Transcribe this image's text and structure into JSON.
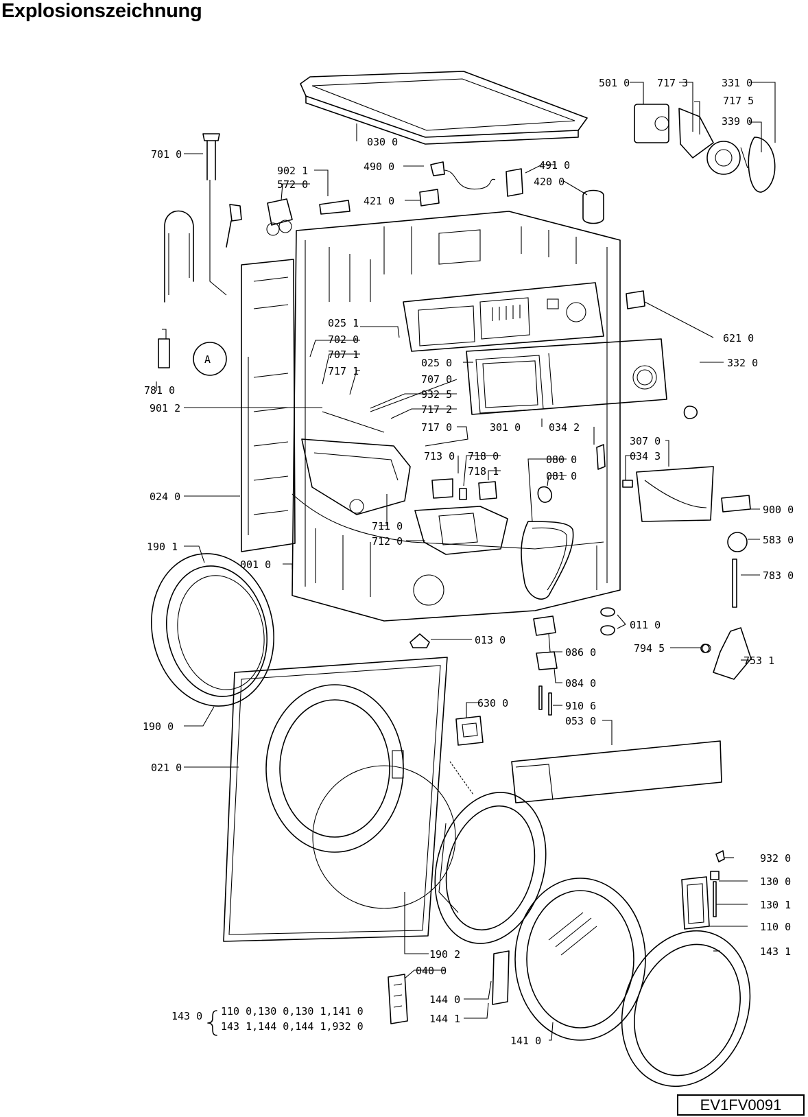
{
  "title": "Explosionszeichnung",
  "document_id": "EV1FV0091",
  "kit_note": {
    "code": "143 0",
    "line1": "110 0,130 0,130 1,141 0",
    "line2": "143 1,144 0,144 1,932 0"
  },
  "labels": [
    {
      "id": "0300",
      "text": "030 0"
    },
    {
      "id": "5010",
      "text": "501 0"
    },
    {
      "id": "7173",
      "text": "717 3"
    },
    {
      "id": "7175",
      "text": "717 5"
    },
    {
      "id": "3310",
      "text": "331 0"
    },
    {
      "id": "3390",
      "text": "339 0"
    },
    {
      "id": "7010",
      "text": "701 0"
    },
    {
      "id": "9021",
      "text": "902 1"
    },
    {
      "id": "5720",
      "text": "572 0"
    },
    {
      "id": "4900",
      "text": "490 0"
    },
    {
      "id": "4910",
      "text": "491 0"
    },
    {
      "id": "4200",
      "text": "420 0"
    },
    {
      "id": "4210",
      "text": "421 0"
    },
    {
      "id": "6210",
      "text": "621 0"
    },
    {
      "id": "3320",
      "text": "332 0"
    },
    {
      "id": "0251a",
      "text": "025 1"
    },
    {
      "id": "7020",
      "text": "702 0"
    },
    {
      "id": "7071",
      "text": "707 1"
    },
    {
      "id": "7171",
      "text": "717 1"
    },
    {
      "id": "0250",
      "text": "025 0"
    },
    {
      "id": "7070",
      "text": "707 0"
    },
    {
      "id": "9325",
      "text": "932 5"
    },
    {
      "id": "7172",
      "text": "717 2"
    },
    {
      "id": "7170",
      "text": "717 0"
    },
    {
      "id": "7810",
      "text": "781 0"
    },
    {
      "id": "9012",
      "text": "901 2"
    },
    {
      "id": "3010",
      "text": "301 0"
    },
    {
      "id": "0342",
      "text": "034 2"
    },
    {
      "id": "3070",
      "text": "307 0"
    },
    {
      "id": "0343",
      "text": "034 3"
    },
    {
      "id": "0240",
      "text": "024 0"
    },
    {
      "id": "7130",
      "text": "713 0"
    },
    {
      "id": "7180",
      "text": "718 0"
    },
    {
      "id": "7181",
      "text": "718 1"
    },
    {
      "id": "0800",
      "text": "080 0"
    },
    {
      "id": "0810",
      "text": "081 0"
    },
    {
      "id": "9000",
      "text": "900 0"
    },
    {
      "id": "7110",
      "text": "711 0"
    },
    {
      "id": "7120",
      "text": "712 0"
    },
    {
      "id": "5830",
      "text": "583 0"
    },
    {
      "id": "1901",
      "text": "190 1"
    },
    {
      "id": "0010",
      "text": "001 0"
    },
    {
      "id": "7830",
      "text": "783 0"
    },
    {
      "id": "0110",
      "text": "011 0"
    },
    {
      "id": "0130",
      "text": "013 0"
    },
    {
      "id": "0860",
      "text": "086 0"
    },
    {
      "id": "7945",
      "text": "794 5"
    },
    {
      "id": "7531",
      "text": "753 1"
    },
    {
      "id": "0840",
      "text": "084 0"
    },
    {
      "id": "6300",
      "text": "630 0"
    },
    {
      "id": "9106",
      "text": "910 6"
    },
    {
      "id": "0530",
      "text": "053 0"
    },
    {
      "id": "1900",
      "text": "190 0"
    },
    {
      "id": "0210",
      "text": "021 0"
    },
    {
      "id": "9320",
      "text": "932 0"
    },
    {
      "id": "1300",
      "text": "130 0"
    },
    {
      "id": "1301",
      "text": "130 1"
    },
    {
      "id": "1100",
      "text": "110 0"
    },
    {
      "id": "1902",
      "text": "190 2"
    },
    {
      "id": "1431",
      "text": "143 1"
    },
    {
      "id": "0400",
      "text": "040 0"
    },
    {
      "id": "1440",
      "text": "144 0"
    },
    {
      "id": "1441",
      "text": "144 1"
    },
    {
      "id": "1410",
      "text": "141 0"
    }
  ],
  "hose_marker": "A"
}
